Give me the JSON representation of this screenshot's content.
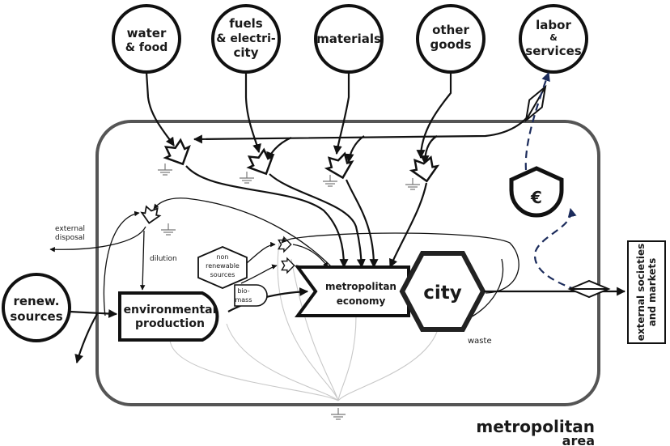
{
  "sources": {
    "water_food": {
      "line1": "water",
      "line2": "& food"
    },
    "fuels": {
      "line1": "fuels",
      "line2": "& electri-",
      "line3": "city"
    },
    "materials": {
      "line1": "materials"
    },
    "other_goods": {
      "line1": "other",
      "line2": "goods"
    },
    "labor": {
      "line1": "labor",
      "line2": "&",
      "line3": "services"
    },
    "renew": {
      "line1": "renew.",
      "line2": "sources"
    }
  },
  "nodes": {
    "nonrenew": {
      "line1": "non",
      "line2": "renewable",
      "line3": "sources"
    },
    "biomass": {
      "line1": "bio-",
      "line2": "mass"
    },
    "env_production": {
      "line1": "environmental",
      "line2": "production"
    },
    "economy": {
      "line1": "metropolitan",
      "line2": "economy"
    },
    "city": "city",
    "money": "€",
    "external": {
      "line1": "external societies",
      "line2": "and markets"
    }
  },
  "labels": {
    "external_disposal_1": "external",
    "external_disposal_2": "disposal",
    "dilution": "dilution",
    "waste": "waste",
    "area_1": "metropolitan",
    "area_2": "area"
  },
  "colors": {
    "ink": "#111111",
    "frame": "#555555",
    "money_flow": "#1c2c5c",
    "dissipation": "#c8c8c8"
  },
  "icons": [
    "interaction-symbol",
    "heat-sink-symbol",
    "storage-tank-symbol",
    "transaction-symbol"
  ]
}
